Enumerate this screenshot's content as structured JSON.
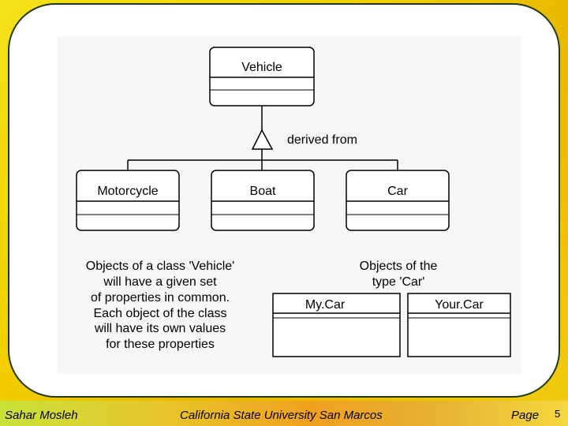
{
  "diagram": {
    "parent_class": "Vehicle",
    "inheritance_label": "derived from",
    "child_classes": [
      "Motorcycle",
      "Boat",
      "Car"
    ],
    "explanation_lines": [
      "Objects of a class 'Vehicle'",
      "will have a given set",
      "of properties in common.",
      "Each object of the class",
      "will have its own values",
      "for these properties"
    ],
    "instances_caption_lines": [
      "Objects of the",
      "type 'Car'"
    ],
    "instances": [
      "My.Car",
      "Your.Car"
    ]
  },
  "footer": {
    "author": "Sahar Mosleh",
    "institution": "California State University San Marcos",
    "page_label": "Page",
    "page_number": "5"
  }
}
